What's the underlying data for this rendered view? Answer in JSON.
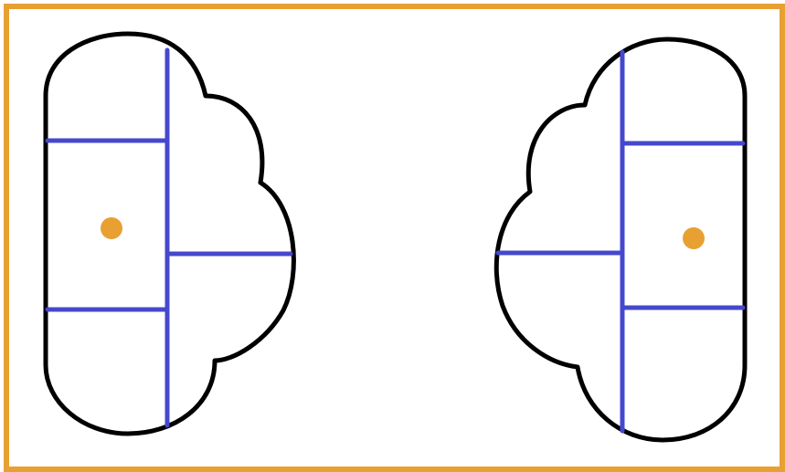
{
  "colors": {
    "frame": "#E8A033",
    "outline": "#000000",
    "divider": "#4548CC",
    "dot": "#E8A033",
    "background": "#FFFFFF"
  },
  "diagram": {
    "shapes": [
      {
        "name": "left-cloud-shape",
        "orientation": "bumps-right",
        "dividers": 4,
        "dot": true
      },
      {
        "name": "right-cloud-shape",
        "orientation": "bumps-left",
        "dividers": 4,
        "dot": true
      }
    ]
  }
}
